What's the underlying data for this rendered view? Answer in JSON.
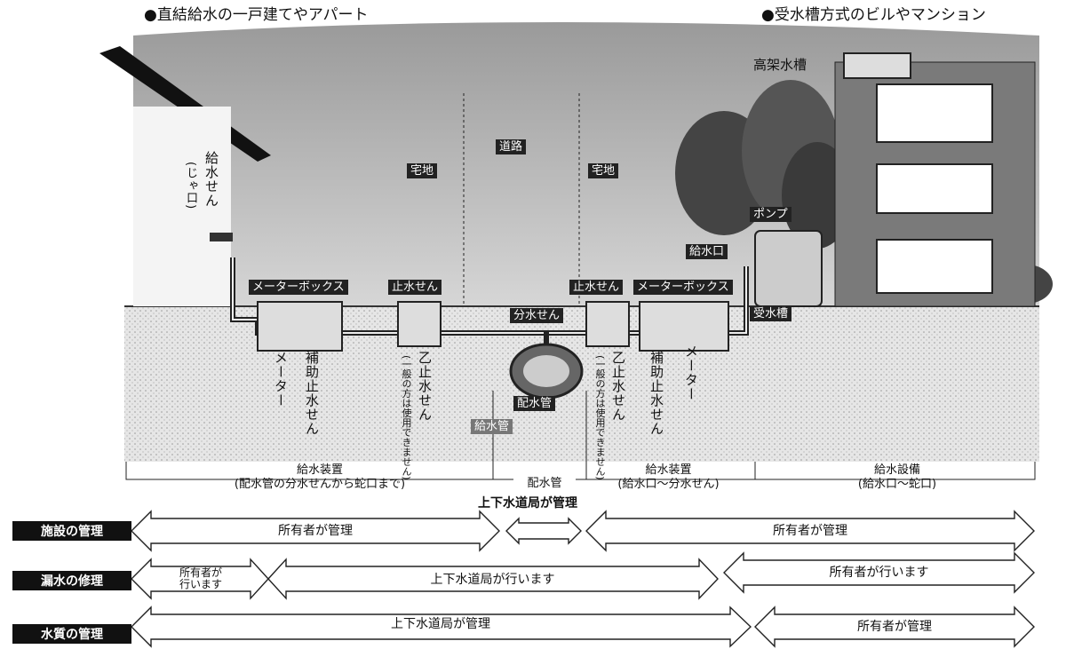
{
  "headings": {
    "left": "●直結給水の一戸建てやアパート",
    "right": "●受水槽方式のビルやマンション"
  },
  "labels": {
    "elevated_tank": "高架水槽",
    "road": "道路",
    "residential_left": "宅地",
    "residential_right": "宅地",
    "faucet": "給水せん",
    "faucet_paren": "(じゃ口)",
    "pump": "ポンプ",
    "supply_port": "給水口",
    "meter_box_left": "メーターボックス",
    "stop_valve_left": "止水せん",
    "stop_valve_right": "止水せん",
    "meter_box_right": "メーターボックス",
    "branch_valve": "分水せん",
    "receiving_tank": "受水槽",
    "meter_left": "メーター",
    "aux_stop_left": "補助止水せん",
    "otsu_stop_left": "乙止水せん",
    "otsu_note_left": "(一般の方は使用できません)",
    "distribution_pipe_main": "配水管",
    "supply_pipe": "給水管",
    "otsu_stop_right": "乙止水せん",
    "otsu_note_right": "(一般の方は使用できません)",
    "aux_stop_right": "補助止水せん",
    "meter_right": "メーター"
  },
  "sections": {
    "left_title": "給水装置",
    "left_sub": "(配水管の分水せんから蛇口まで)",
    "mid_title": "配水管",
    "right_title": "給水装置",
    "right_sub": "(給水口～分水せん)",
    "far_title": "給水設備",
    "far_sub": "(給水口～蛇口)"
  },
  "responsibility": {
    "top_caption": "上下水道局が管理",
    "rows": [
      {
        "label": "施設の管理",
        "arrows": [
          "所有者が管理",
          "",
          "所有者が管理"
        ]
      },
      {
        "label": "漏水の修理",
        "arrows": [
          "所有者が\n行います",
          "上下水道局が行います",
          "所有者が行います"
        ]
      },
      {
        "label": "水質の管理",
        "arrows": [
          "上下水道局が管理",
          "所有者が管理"
        ]
      }
    ]
  }
}
